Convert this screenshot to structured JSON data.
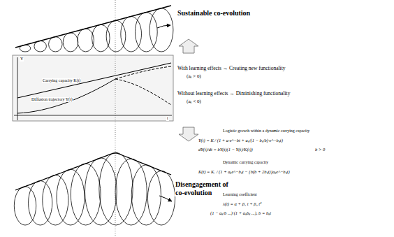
{
  "diagram": {
    "labels": [
      "Sustainable co-evolution",
      "Y",
      "t",
      "Carrying capacity K(t)",
      "Diffusion trajectory Y(t)",
      "With learning effects → Creating new functionality",
      "(aₖ > 0)",
      "Without learning effects → Diminishing functionality",
      "(aₖ < 0)",
      "Disengagement of co-evolution",
      "Logistic growth within a dynamic carrying capacity",
      "Y(t) = K / (1 + a·e^−bt + aₖ/(1 − bₖ/b)·e^−bₖt)",
      "dY(t)/dt = bY(t)(1 − Y(t)/K(t))",
      "b > 0",
      "Dynamic carrying capacity",
      "K(t) = Kᵣ / (1 + aₖe^−bₖt − {b(b + 2bₖt)}aₖe^−bₖt)",
      "Learning coefficient",
      "λ(t) = α + β₁ t + β₂ t²",
      "(1 − aₖ/b ...)·(1 + aₖbₖ ...), b = bₖt"
    ]
  }
}
